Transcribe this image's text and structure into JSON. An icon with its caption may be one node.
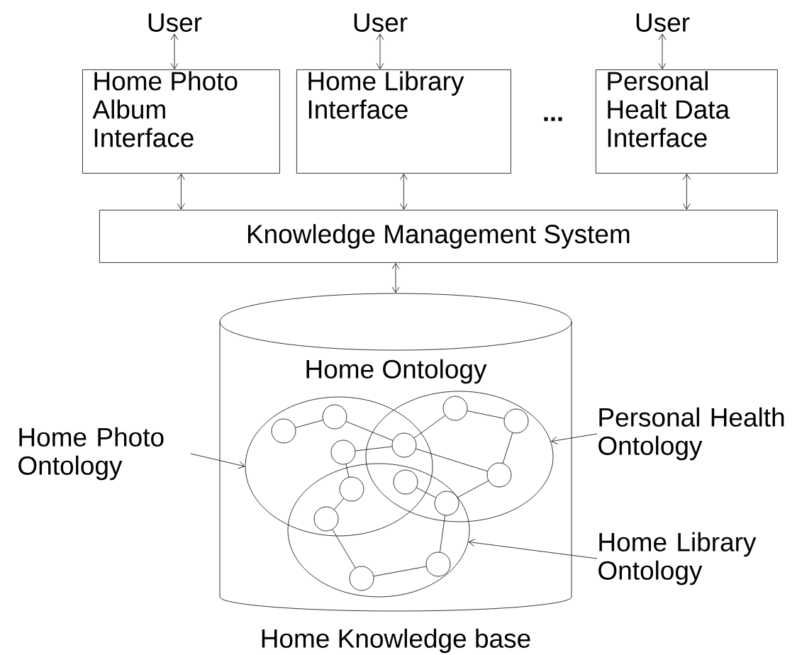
{
  "diagram": {
    "nodes": [
      {
        "text": [
          "User"
        ]
      },
      {
        "text": [
          "User"
        ]
      },
      {
        "text": [
          "User"
        ]
      },
      {
        "text": [
          "Home Photo Album Interface"
        ]
      },
      {
        "text": [
          "Home Library Interface"
        ]
      },
      {
        "text": [
          "Personal Healt Data Interface"
        ]
      },
      {
        "text": [
          "Knowledge Management System"
        ]
      },
      {
        "text": [
          "Home Ontology"
        ],
        "beside": [
          "Home Knowledge base"
        ]
      },
      {
        "text": [
          "Home Photo Ontology"
        ]
      },
      {
        "text": [],
        "shape": "ellipse",
        "in": 7
      },
      {
        "text": [
          "Personal Health Ontology"
        ]
      },
      {
        "text": [],
        "shape": "ellipse",
        "in": 7
      },
      {
        "text": [
          "Home Library Ontology"
        ]
      },
      {
        "text": [],
        "shape": "ellipse",
        "in": 7
      },
      {
        "text": [],
        "shape": "circle",
        "in": 9
      },
      {
        "text": [],
        "shape": "circle",
        "in": 9
      },
      {
        "text": [],
        "shape": "circle",
        "in": 9
      },
      {
        "text": [],
        "shape": "circle"
      },
      {
        "text": [],
        "shape": "circle",
        "in": 11
      },
      {
        "text": [],
        "shape": "circle",
        "in": 11
      },
      {
        "text": [],
        "shape": "circle",
        "in": 11
      },
      {
        "text": [],
        "shape": "circle"
      },
      {
        "text": [],
        "shape": "circle"
      },
      {
        "text": [],
        "shape": "circle"
      },
      {
        "text": [],
        "shape": "circle"
      },
      {
        "text": [],
        "shape": "circle",
        "in": 13
      },
      {
        "text": [],
        "shape": "circle",
        "in": 13
      }
    ],
    "edges": [
      {
        "from": 0,
        "to": 3,
        "arrow": "both"
      },
      {
        "from": 1,
        "to": 4,
        "arrow": "both"
      },
      {
        "from": 2,
        "to": 5,
        "arrow": "both"
      },
      {
        "from": 3,
        "to": 6,
        "arrow": "both"
      },
      {
        "from": 4,
        "to": 6,
        "arrow": "both"
      },
      {
        "from": 5,
        "to": 6,
        "arrow": "both"
      },
      {
        "from": 6,
        "to": 7,
        "arrow": "both"
      },
      {
        "from": 8,
        "to": 9,
        "arrow": "to"
      },
      {
        "from": 10,
        "to": 11,
        "arrow": "to"
      },
      {
        "from": 12,
        "to": 13,
        "arrow": "to"
      },
      {
        "from": 14,
        "to": 15,
        "arrow": "none"
      },
      {
        "from": 15,
        "to": 17,
        "arrow": "none"
      },
      {
        "from": 16,
        "to": 17,
        "arrow": "none"
      },
      {
        "from": 16,
        "to": 21,
        "arrow": "none"
      },
      {
        "from": 21,
        "to": 24,
        "arrow": "none"
      },
      {
        "from": 17,
        "to": 18,
        "arrow": "none"
      },
      {
        "from": 18,
        "to": 19,
        "arrow": "none"
      },
      {
        "from": 19,
        "to": 20,
        "arrow": "none"
      },
      {
        "from": 17,
        "to": 20,
        "arrow": "none"
      },
      {
        "from": 22,
        "to": 23,
        "arrow": "none"
      },
      {
        "from": 23,
        "to": 20,
        "arrow": "none"
      },
      {
        "from": 23,
        "to": 25,
        "arrow": "none"
      },
      {
        "from": 24,
        "to": 26,
        "arrow": "none"
      },
      {
        "from": 26,
        "to": 25,
        "arrow": "none"
      }
    ],
    "labels": [
      "..."
    ]
  }
}
